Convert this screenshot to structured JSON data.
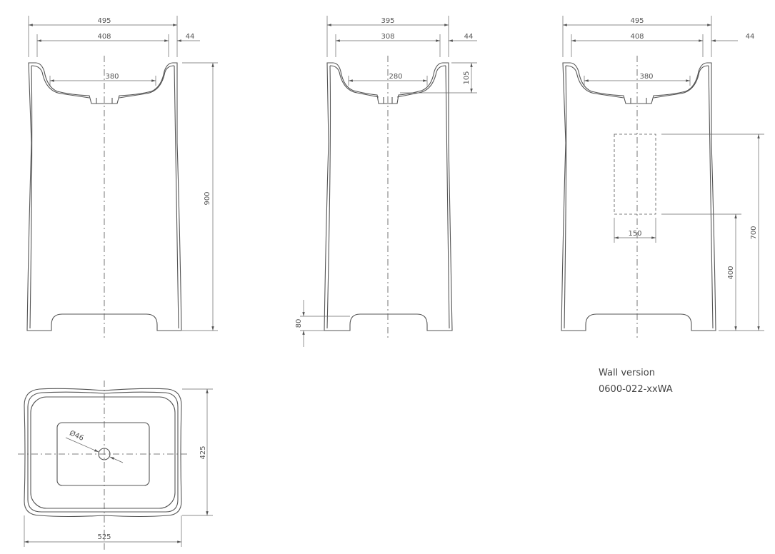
{
  "front_view": {
    "overall_width": "495",
    "inner_width": "408",
    "rim": "44",
    "bowl_width": "380",
    "height": "900"
  },
  "side_view": {
    "overall_width": "395",
    "inner_width": "308",
    "rim": "44",
    "bowl_width": "280",
    "bowl_depth": "105",
    "foot_height": "80"
  },
  "wall_view": {
    "overall_width": "495",
    "inner_width": "408",
    "rim": "44",
    "bowl_width": "380",
    "opening_width": "150",
    "opening_bottom": "400",
    "opening_top": "700",
    "label_line1": "Wall version",
    "label_line2": "0600-022-xxWA"
  },
  "top_view": {
    "drain_diameter": "Ø46",
    "depth": "425",
    "width": "525"
  }
}
